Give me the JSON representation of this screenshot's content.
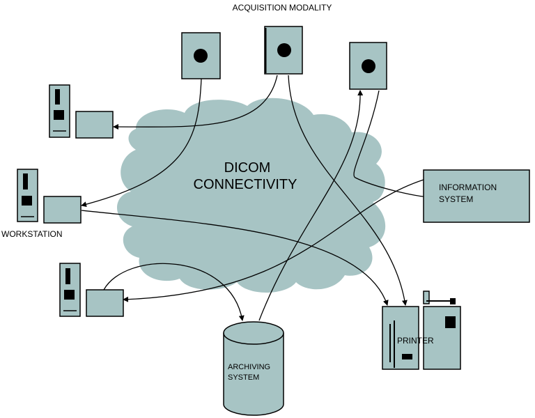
{
  "labels": {
    "top_title": "ACQUISITION MODALITY",
    "cloud_line1": "DICOM",
    "cloud_line2": "CONNECTIVITY",
    "info_line1": "INFORMATION",
    "info_line2": "SYSTEM",
    "workstation": "WORKSTATION",
    "printer": "PRINTER",
    "archive_line1": "ARCHIVING",
    "archive_line2": "SYSTEM"
  },
  "colors": {
    "device_fill": "#a7c4c4",
    "stroke": "#000000",
    "background": "#ffffff"
  }
}
